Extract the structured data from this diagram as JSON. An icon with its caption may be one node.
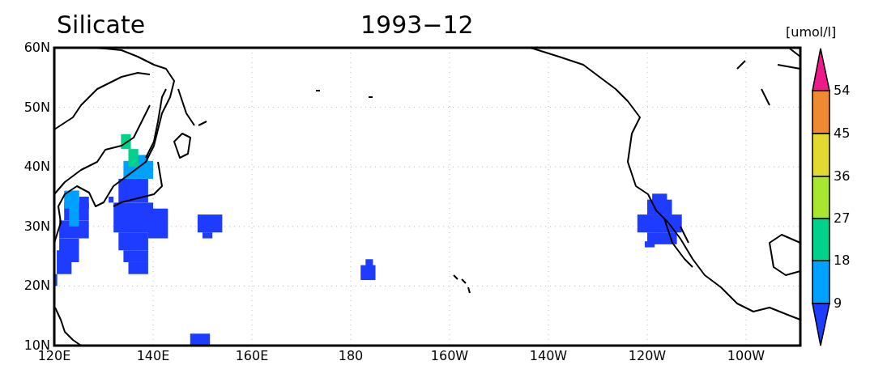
{
  "diagram": {
    "title": "Silicate",
    "labels": [
      "1993−12",
      "[umol/l]",
      "60N",
      "50N",
      "40N",
      "30N",
      "20N",
      "10N",
      "120E",
      "140E",
      "160E",
      "180",
      "160W",
      "140W",
      "120W",
      "100W",
      "54",
      "45",
      "36",
      "27",
      "18",
      "9"
    ]
  }
}
